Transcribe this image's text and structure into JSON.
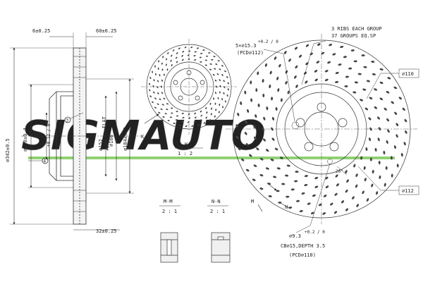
{
  "watermark": {
    "brand": "SIGMAUTO",
    "accent_color": "#7ec85a",
    "fill_color": "#dcdcdc"
  },
  "side_view": {
    "top_left_dim": "6±0.25",
    "top_right_dim": "60±0.25",
    "bottom_dim": "32±0.25",
    "diameters": [
      "⌀342±0.5",
      "⌀178±0.4",
      "⌀69",
      "⌀152",
      "⌀166",
      "⌀184±0.8"
    ],
    "d69_tol": "+0.12 / 0",
    "d152_tol": "+0.1 / 0",
    "flat_label": "FLAT",
    "markers": [
      "3",
      "4"
    ]
  },
  "small_front_view": {
    "section_arrow": "K",
    "section_label": "K",
    "scale": "1 : 2"
  },
  "large_front_view": {
    "rib_note_line1": "3 RIBS EACH GROUP",
    "rib_note_line2": "37 GROUPS EQ.SP",
    "bolt_holes": "5×⌀15.3",
    "bolt_tol": "+0.2 / 0",
    "pcd_112": "(PCD⌀112)",
    "d110": "⌀110",
    "d112": "⌀112",
    "angle": "20°",
    "section_m": "M",
    "section_n": "N",
    "small_hole": "⌀9.3",
    "small_hole_tol": "+0.2 / 0",
    "cb_note": "CB⌀15,DEPTH 3.5",
    "pcd_110": "(PCD⌀110)"
  },
  "section_mm": {
    "title": "M-M",
    "scale": "2 : 1"
  },
  "section_nn": {
    "title": "N-N",
    "scale": "2 : 1"
  }
}
